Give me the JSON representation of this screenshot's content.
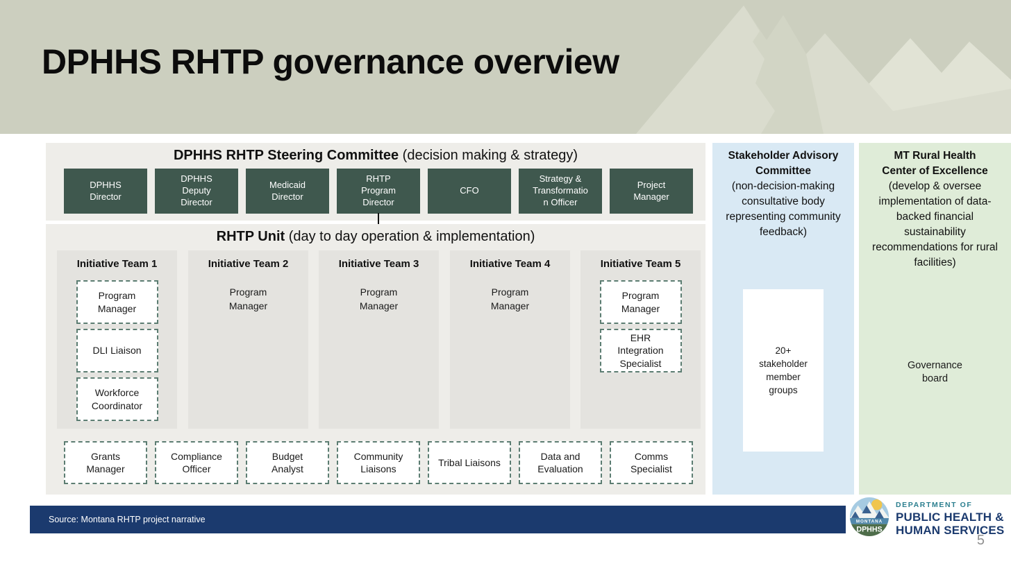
{
  "slide": {
    "title": "DPHHS RHTP governance overview",
    "page_number": "5"
  },
  "steering": {
    "heading_bold": "DPHHS RHTP Steering Committee",
    "heading_rest": " (decision making & strategy)",
    "members": [
      "DPHHS\nDirector",
      "DPHHS\nDeputy\nDirector",
      "Medicaid\nDirector",
      "RHTP\nProgram\nDirector",
      "CFO",
      "Strategy &\nTransformatio\nn Officer",
      "Project\nManager"
    ]
  },
  "unit": {
    "heading_bold": "RHTP Unit",
    "heading_rest": " (day to day operation & implementation)",
    "teams": [
      {
        "name": "Initiative Team 1",
        "roles": [
          "Program\nManager",
          "DLI Liaison",
          "Workforce\nCoordinator"
        ]
      },
      {
        "name": "Initiative Team 2",
        "roles": [
          "Program\nManager"
        ]
      },
      {
        "name": "Initiative Team 3",
        "roles": [
          "Program\nManager"
        ]
      },
      {
        "name": "Initiative Team 4",
        "roles": [
          "Program\nManager"
        ]
      },
      {
        "name": "Initiative Team 5",
        "roles": [
          "Program\nManager",
          "EHR\nIntegration\nSpecialist"
        ]
      }
    ],
    "support_roles": [
      "Grants\nManager",
      "Compliance\nOfficer",
      "Budget\nAnalyst",
      "Community\nLiaisons",
      "Tribal Liaisons",
      "Data and\nEvaluation",
      "Comms\nSpecialist"
    ]
  },
  "stakeholder_panel": {
    "title": "Stakeholder Advisory Committee",
    "subtitle": "(non-decision-making consultative body representing community feedback)",
    "box_text": "20+\nstakeholder\nmember\ngroups"
  },
  "coe_panel": {
    "title": "MT Rural Health Center of Excellence",
    "subtitle": "(develop & oversee implementation of data-backed financial sustainability recommendations for rural facilities)",
    "body_text": "Governance\nboard"
  },
  "footer": {
    "source": "Source:  Montana RHTP project narrative",
    "logo_top": "MONTANA",
    "logo_bottom": "DPHHS",
    "dept_line1": "DEPARTMENT OF",
    "dept_line2": "PUBLIC HEALTH &",
    "dept_line3": "HUMAN SERVICES"
  },
  "colors": {
    "header_bg": "#cccfbf",
    "mountain": "#dadcce",
    "panel_bg": "#eeede9",
    "column_bg": "#e4e3df",
    "steering_box_green": "#3f584e",
    "dashed_border": "#5c7d72",
    "stakeholder_bg": "#d9e9f4",
    "coe_bg": "#dfecd8",
    "footer_navy": "#1b3a6e",
    "dept_teal": "#2c7f8f"
  }
}
